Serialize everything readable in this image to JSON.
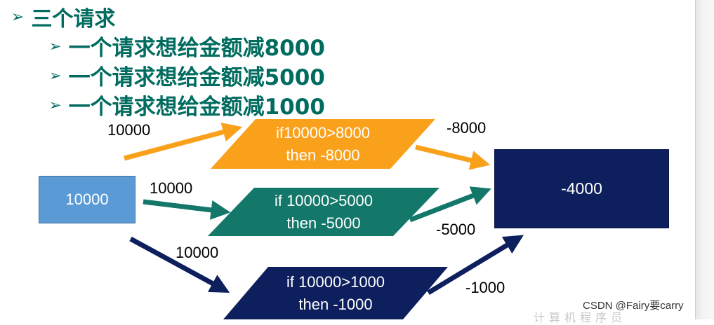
{
  "bullets": {
    "title": "三个请求",
    "items": [
      "一个请求想给金额减8000",
      "一个请求想给金额减5000",
      "一个请求想给金额减1000"
    ],
    "marker": "➢",
    "color": "#006b5f"
  },
  "diagram": {
    "source_value": "10000",
    "result_value": "-4000",
    "requests": [
      {
        "input_label": "10000",
        "condition": "if10000>8000",
        "action": "then  -8000",
        "output_label": "-8000",
        "color": "#f9a11b"
      },
      {
        "input_label": "10000",
        "condition": "if 10000>5000",
        "action": "then -5000",
        "output_label": "-5000",
        "color": "#13776a"
      },
      {
        "input_label": "10000",
        "condition": "if 10000>1000",
        "action": "then -1000",
        "output_label": "-1000",
        "color": "#0d1f5c"
      }
    ],
    "source_color": "#5b9bd5",
    "result_color": "#0d1f5c"
  },
  "watermark": "CSDN @Fairy要carry",
  "watermark_faint": "计算机程序员"
}
